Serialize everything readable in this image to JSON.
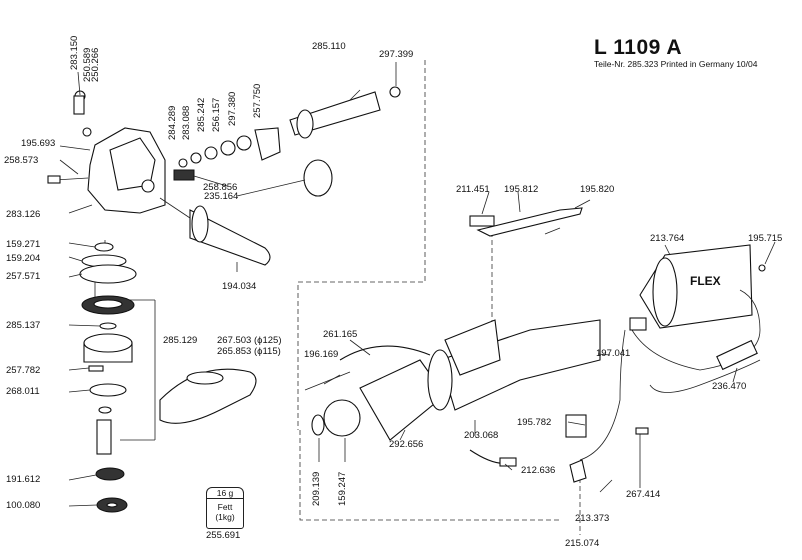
{
  "header": {
    "model": "L 1109 A",
    "subtitle": "Teile-Nr. 285.323  Printed in Germany  10/04"
  },
  "labels": {
    "p283150": "283.150",
    "p250589": "250.589",
    "p250266": "250.266",
    "p195693": "195.693",
    "p258573": "258.573",
    "p283126": "283.126",
    "p284289": "284.289",
    "p283088": "283.088",
    "p285242": "285.242",
    "p256157": "256.157",
    "p297380": "297.380",
    "p257750": "257.750",
    "p285110": "285.110",
    "p297399": "297.399",
    "p258856": "258.856",
    "p235164": "235.164",
    "p194034": "194.034",
    "p159271": "159.271",
    "p159204": "159.204",
    "p257571": "257.571",
    "p285137": "285.137",
    "p285129": "285.129",
    "p257782": "257.782",
    "p268011": "268.011",
    "p191612": "191.612",
    "p100080": "100.080",
    "p267503": "267.503 (ϕ125)",
    "p265853": "265.853 (ϕ115)",
    "p261165": "261.165",
    "p196169": "196.169",
    "p209139": "209.139",
    "p159247": "159.247",
    "p292656": "292.656",
    "p203068": "203.068",
    "p212636": "212.636",
    "p211451": "211.451",
    "p195812": "195.812",
    "p195820": "195.820",
    "p213764": "213.764",
    "p195715": "195.715",
    "p197041": "197.041",
    "p236470": "236.470",
    "p195782": "195.782",
    "p267414": "267.414",
    "p213373": "213.373",
    "p215074": "215.074",
    "p255691": "255.691"
  },
  "grease": {
    "weight": "16 g",
    "name": "Fett",
    "unit": "(1kg)"
  },
  "brand": "FLEX"
}
